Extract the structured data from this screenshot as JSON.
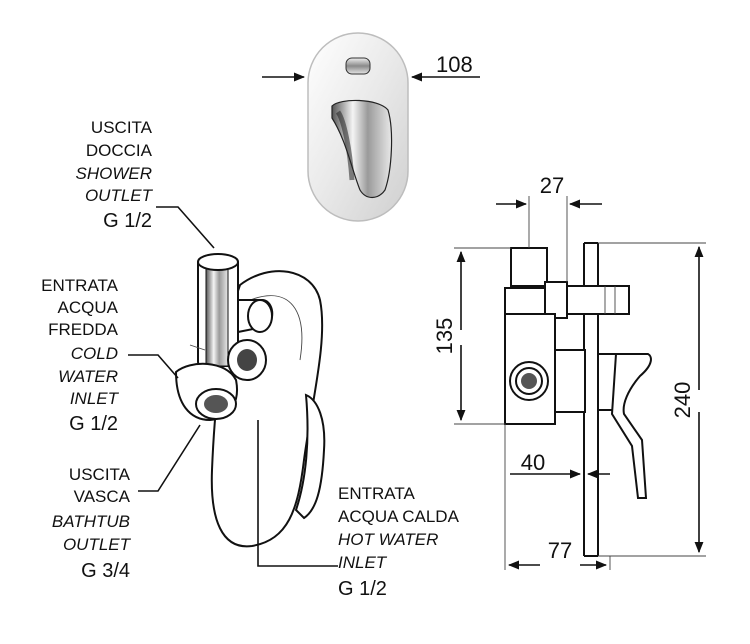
{
  "labels": {
    "shower": {
      "it_line1": "USCITA",
      "it_line2": "DOCCIA",
      "en_line1": "SHOWER",
      "en_line2": "OUTLET",
      "thread": "G 1/2"
    },
    "cold": {
      "it_line1": "ENTRATA",
      "it_line2": "ACQUA",
      "it_line3": "FREDDA",
      "en_line1": "COLD",
      "en_line2": "WATER",
      "en_line3": "INLET",
      "thread": "G 1/2"
    },
    "bathtub": {
      "it_line1": "USCITA",
      "it_line2": "VASCA",
      "en_line1": "BATHTUB",
      "en_line2": "OUTLET",
      "thread": "G 3/4"
    },
    "hot": {
      "it_line1": "ENTRATA",
      "it_line2": "ACQUA CALDA",
      "en_line1": "HOT WATER",
      "en_line2": "INLET",
      "thread": "G 1/2"
    }
  },
  "dimensions": {
    "plate_width": "108",
    "body_depth": "27",
    "rough_in_height": "135",
    "total_height": "240",
    "inlet_offset": "40",
    "total_depth": "77"
  }
}
